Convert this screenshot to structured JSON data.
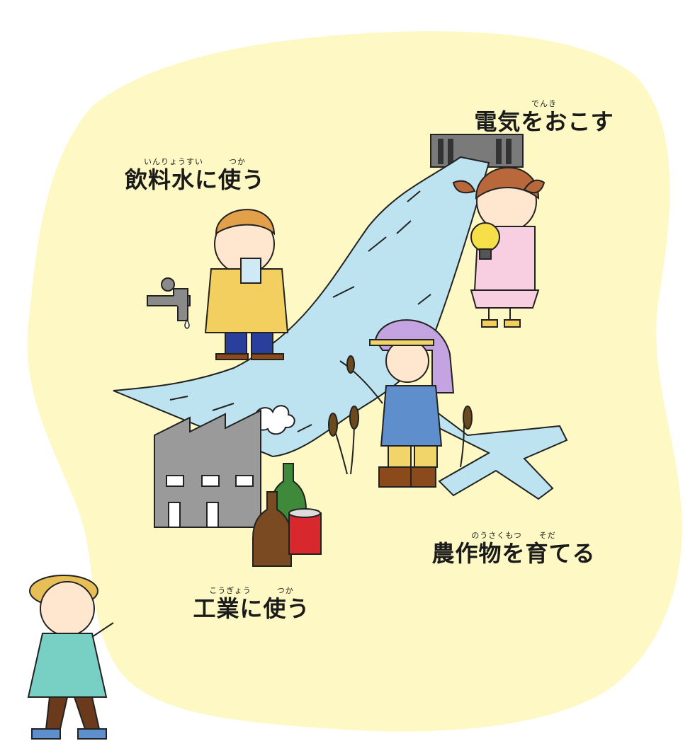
{
  "labels": {
    "electricity": {
      "ruby": "でんき",
      "text": "電気をおこす"
    },
    "drinking": {
      "ruby": "いんりょうすい　　　つか",
      "text": "飲料水に使う"
    },
    "agriculture": {
      "ruby": "のうさくもつ　　そだ",
      "text": "農作物を育てる"
    },
    "industry": {
      "ruby": "こうぎょう　　　つか",
      "text": "工業に使う"
    }
  },
  "colors": {
    "background": "#fdf8c4",
    "water": "#bde3f0",
    "factory": "#9a9a9a",
    "bottle_brown": "#7a4a22",
    "bottle_green": "#3f8a3a",
    "can_red": "#d8282e"
  },
  "icons": [
    "faucet-icon",
    "light-bulb-icon",
    "rice-plant-icon",
    "factory-icon",
    "bottle-icon",
    "can-icon",
    "dam-icon"
  ]
}
